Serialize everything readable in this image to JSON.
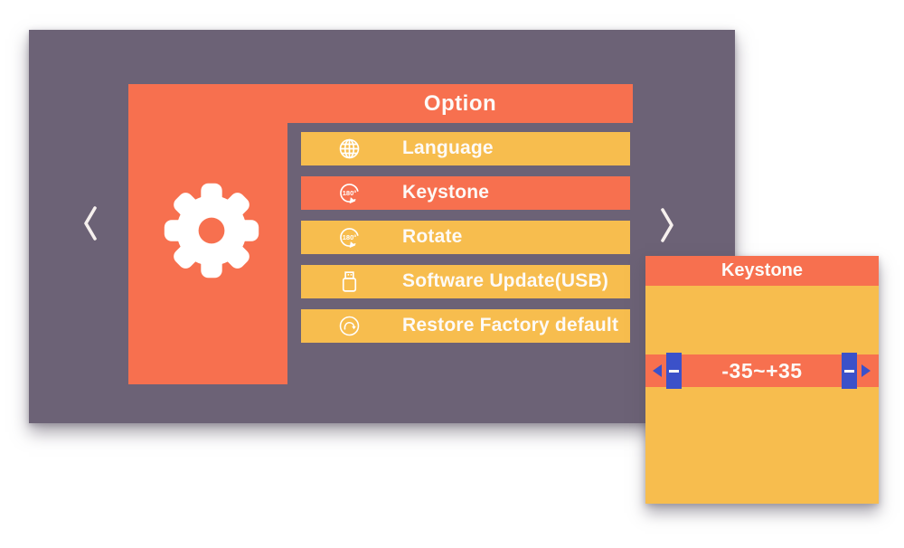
{
  "panel": {
    "header_title": "Option",
    "nav": {
      "prev": "previous-page",
      "next": "next-page"
    }
  },
  "menu": {
    "items": [
      {
        "label": "Language",
        "icon": "globe-icon",
        "selected": false
      },
      {
        "label": "Keystone",
        "icon": "rotate-180-icon",
        "selected": true
      },
      {
        "label": "Rotate",
        "icon": "rotate-180-icon",
        "selected": false
      },
      {
        "label": "Software Update(USB)",
        "icon": "usb-drive-icon",
        "selected": false
      },
      {
        "label": "Restore Factory default",
        "icon": "restore-icon",
        "selected": false
      }
    ]
  },
  "popup": {
    "title": "Keystone",
    "range_label": "-35~+35",
    "min": -35,
    "max": 35
  },
  "colors": {
    "panel": "#6c6276",
    "orange": "#f7704f",
    "yellow": "#f7bd4e",
    "blue": "#3b51c9",
    "text": "#fdfaf7",
    "background": "#ffffff"
  }
}
